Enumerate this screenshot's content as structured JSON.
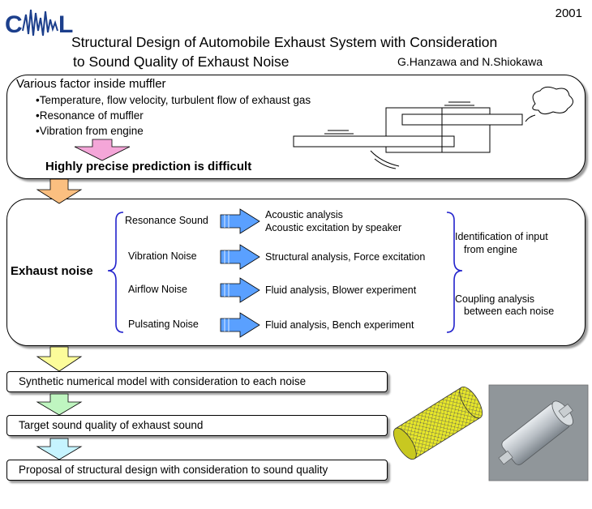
{
  "header": {
    "logo_text": "CAML",
    "year": "2001",
    "title_line1": "Structural Design of Automobile Exhaust System with Consideration",
    "title_line2": "to Sound Quality of Exhaust Noise",
    "authors": "G.Hanzawa and N.Shiokawa"
  },
  "factors": {
    "heading": "Various factor inside muffler",
    "bullets": [
      "•Temperature, flow velocity, turbulent flow of exhaust gas",
      "•Resonance of muffler",
      "•Vibration from engine"
    ],
    "conclusion": "Highly precise prediction is difficult"
  },
  "noise": {
    "label": "Exhaust noise",
    "types": [
      {
        "name": "Resonance Sound",
        "analysis": [
          "Acoustic analysis",
          "Acoustic excitation by speaker"
        ]
      },
      {
        "name": "Vibration Noise",
        "analysis": [
          "Structural analysis, Force excitation"
        ]
      },
      {
        "name": "Airflow Noise",
        "analysis": [
          "Fluid analysis, Blower experiment"
        ]
      },
      {
        "name": "Pulsating Noise",
        "analysis": [
          "Fluid analysis, Bench experiment"
        ]
      }
    ],
    "right_notes": [
      {
        "line1": "Identification of input",
        "line2": "from engine"
      },
      {
        "line1": "Coupling analysis",
        "line2": "between each noise"
      }
    ]
  },
  "steps": [
    "Synthetic numerical model with consideration to each noise",
    "Target sound quality of exhaust sound",
    "Proposal of structural design with consideration to sound quality"
  ],
  "colors": {
    "logo_blue": "#1c3f8c",
    "arrow_pink": "#f4a6d8",
    "arrow_orange": "#fbbf80",
    "arrow_blue": "#5aa0ff",
    "arrow_yellow": "#fcfc9a",
    "arrow_green": "#bff5c0",
    "arrow_cyan": "#c6f4ff",
    "brace_blue": "#2222cc",
    "mesh_yellow": "#e6e62a"
  }
}
